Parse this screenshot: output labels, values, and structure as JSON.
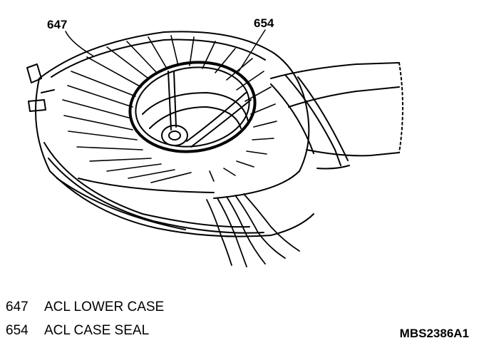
{
  "callouts": [
    {
      "number": "647"
    },
    {
      "number": "654"
    }
  ],
  "legend": [
    {
      "number": "647",
      "label": "ACL LOWER CASE"
    },
    {
      "number": "654",
      "label": "ACL CASE SEAL"
    }
  ],
  "figure_code": "MBS2386A1",
  "colors": {
    "ink": "#000000",
    "background": "#ffffff"
  }
}
